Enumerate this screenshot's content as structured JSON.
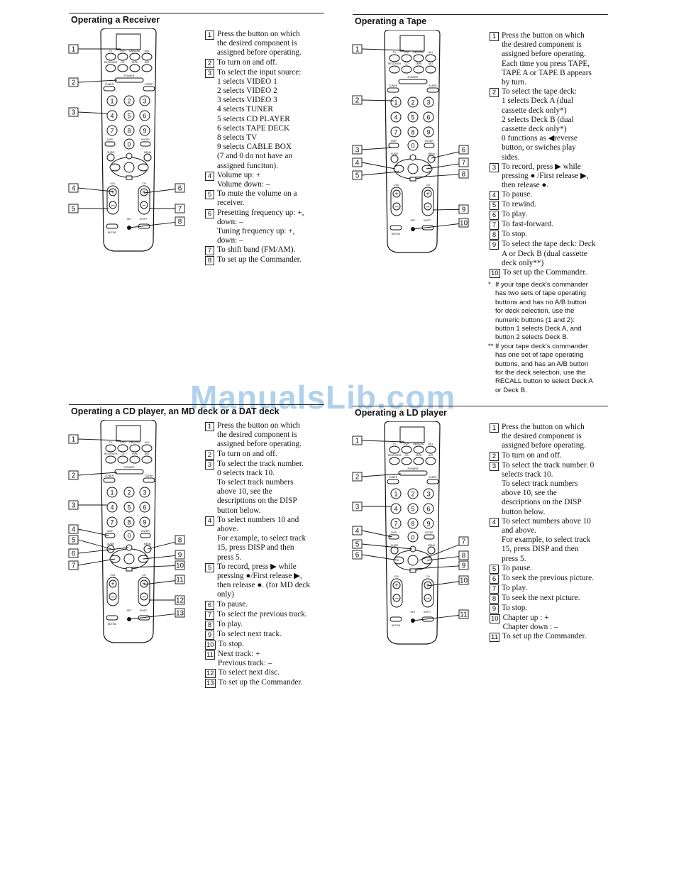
{
  "sections": [
    {
      "id": "receiver",
      "title": "Operating a Receiver",
      "steps": [
        {
          "n": "1",
          "text": "Press the button on which\nthe desired component is\nassigned before operating."
        },
        {
          "n": "2",
          "text": "To turn on and off."
        },
        {
          "n": "3",
          "text": "To select the input source:\n1 selects VIDEO 1\n2 selects VIDEO 2\n3 selects VIDEO 3\n4 selects TUNER\n5 selects CD PLAYER\n6 selects TAPE DECK\n8 selects TV\n9 selects CABLE BOX\n(7 and 0 do not have an\nassigned funciton)."
        },
        {
          "n": "4",
          "text": "Volume up: +\nVolume down: –"
        },
        {
          "n": "5",
          "text": "To mute the volume on a\nreceiver."
        },
        {
          "n": "6",
          "text": "Presetting frequency up: +,\ndown: –\nTuning frequency up: +,\ndown: –"
        },
        {
          "n": "7",
          "text": "To shift band (FM/AM)."
        },
        {
          "n": "8",
          "text": "To set up the Commander."
        }
      ]
    },
    {
      "id": "tape",
      "title": "Operating a Tape",
      "steps": [
        {
          "n": "1",
          "text": "Press the button on which\nthe desired component is\nassigned before operating.\nEach time you press TAPE,\nTAPE A or TAPE B appears\nby turn."
        },
        {
          "n": "2",
          "text": "To select the tape deck:\n1 selects Deck A (dual\ncassette deck only*)\n2 selects Deck B (dual\ncassette deck only*)\n0 functions as ◀reverse\nbutton, or swiches play\nsides."
        },
        {
          "n": "3",
          "text": "To record, press ▶ while\npressing ● /First release ▶,\nthen release ●."
        },
        {
          "n": "4",
          "text": "To pause."
        },
        {
          "n": "5",
          "text": "To rewind."
        },
        {
          "n": "6",
          "text": "To play."
        },
        {
          "n": "7",
          "text": "To fast-forward."
        },
        {
          "n": "8",
          "text": "To stop."
        },
        {
          "n": "9",
          "text": "To select the tape deck: Deck\nA or Deck B (dual cassette\ndeck only**)"
        },
        {
          "n": "10",
          "text": "To set up the Commander."
        }
      ],
      "notes": [
        {
          "mark": "*",
          "text": "If your tape deck's commander\nhas two sets of tape operating\nbuttons and has no A/B button\nfor deck selection, use the\nnumeric buttons (1 and 2):\nbutton 1 selects Deck A, and\nbutton 2 selects Deck B."
        },
        {
          "mark": "**",
          "text": "If your tape deck's commander\nhas one set of tape operating\nbuttons, and has an A/B button\nfor the deck selection, use the\nRECALL button to select Deck A\nor Deck B."
        }
      ]
    },
    {
      "id": "cd",
      "title": "Operating a CD player, an MD deck or a DAT deck",
      "steps": [
        {
          "n": "1",
          "text": "Press the button on which\nthe desired component is\nassigned before operating."
        },
        {
          "n": "2",
          "text": "To turn on and off."
        },
        {
          "n": "3",
          "text": "To select the track number.\n0 selects track 10.\nTo select track numbers\nabove 10, see the\ndescriptions on the DISP\nbutton below."
        },
        {
          "n": "4",
          "text": "To select numbers 10 and\nabove.\nFor example, to select track\n15, press DISP and then\npress 5."
        },
        {
          "n": "5",
          "text": "To record, press ▶ while\npressing ●/First release ▶,\nthen release ●. (for MD deck\nonly)"
        },
        {
          "n": "6",
          "text": "To pause."
        },
        {
          "n": "7",
          "text": "To select the previous track."
        },
        {
          "n": "8",
          "text": "To play."
        },
        {
          "n": "9",
          "text": "To select next track."
        },
        {
          "n": "10",
          "text": "To stop."
        },
        {
          "n": "11",
          "text": "Next track: +\nPrevious track: –"
        },
        {
          "n": "12",
          "text": "To select next disc."
        },
        {
          "n": "13",
          "text": "To set up the Commander."
        }
      ]
    },
    {
      "id": "ld",
      "title": "Operating a LD player",
      "steps": [
        {
          "n": "1",
          "text": "Press the button on which\nthe desired component is\nassigned before operating."
        },
        {
          "n": "2",
          "text": "To turn on and off."
        },
        {
          "n": "3",
          "text": "To select the track number. 0\nselects track 10.\nTo select track numbers\nabove 10, see the\ndescriptions on the DISP\nbutton below."
        },
        {
          "n": "4",
          "text": "To select numbers above 10\nand above.\nFor example, to select track\n15, press DISP and then\npress 5."
        },
        {
          "n": "5",
          "text": "To pause."
        },
        {
          "n": "6",
          "text": "To seek the previous picture."
        },
        {
          "n": "7",
          "text": "To play."
        },
        {
          "n": "8",
          "text": "To seek the next picture."
        },
        {
          "n": "9",
          "text": "To stop."
        },
        {
          "n": "10",
          "text": "Chapter up : +\nChapter down : –"
        },
        {
          "n": "11",
          "text": "To set up the Commander."
        }
      ]
    }
  ],
  "remote": {
    "labels": [
      "TV",
      "VCR",
      "DBS/CBL",
      "AV1",
      "RECEIVER",
      "CD",
      "TAPE",
      "AV2",
      "POWER",
      "TUNER",
      "SLEEP",
      "DISP",
      "ENTER",
      "GUIDE",
      "MENU",
      "VOL",
      "CH",
      "SET",
      "SHIFT",
      "MUTING"
    ]
  },
  "watermark": "ManualsLib.com"
}
